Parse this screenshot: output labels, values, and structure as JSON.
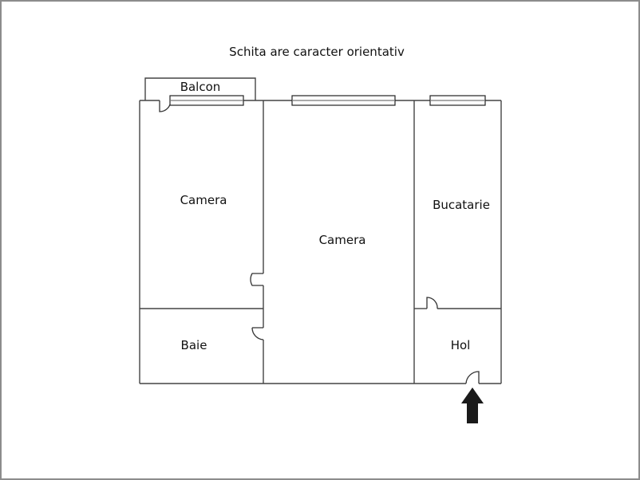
{
  "title": "Schita are caracter orientativ",
  "rooms": [
    {
      "id": "balcon",
      "label": "Balcon"
    },
    {
      "id": "camera-left",
      "label": "Camera"
    },
    {
      "id": "camera-center",
      "label": "Camera"
    },
    {
      "id": "bucatarie",
      "label": "Bucatarie"
    },
    {
      "id": "baie",
      "label": "Baie"
    },
    {
      "id": "hol",
      "label": "Hol"
    }
  ],
  "colors": {
    "wall": "#333333",
    "window": "#222222",
    "frame": "#8c8c8c",
    "arrow": "#1a1a1a"
  }
}
